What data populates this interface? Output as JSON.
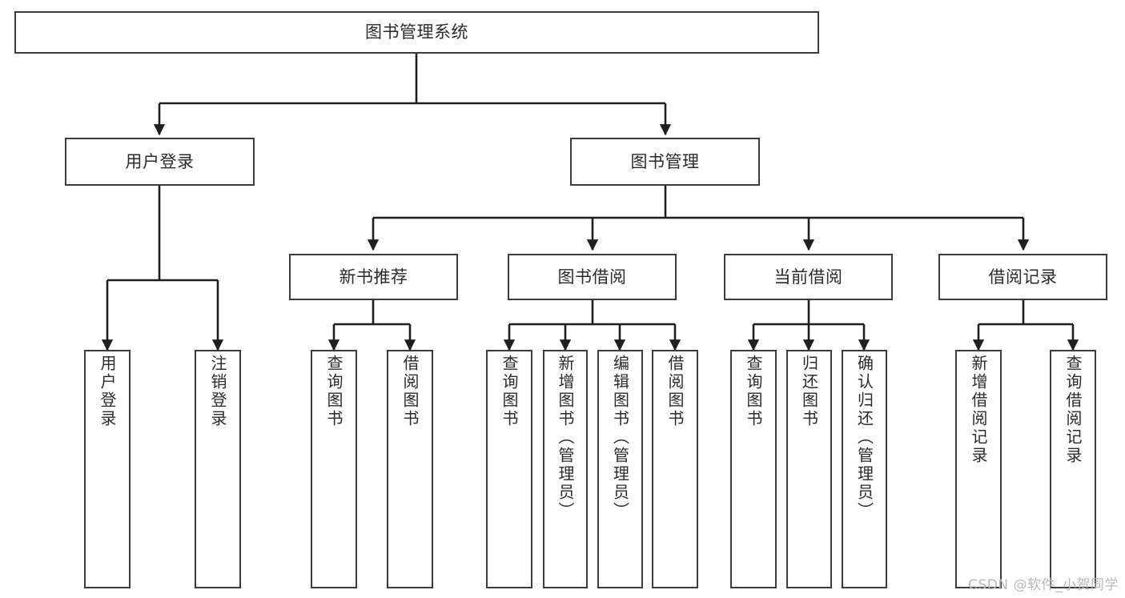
{
  "diagram": {
    "title": "图书管理系统",
    "type": "tree",
    "watermark": "CSDN @软件_小贺同学",
    "colors": {
      "box_border": "#3c3c3c",
      "box_fill": "#ffffff",
      "text": "#2b2b2b",
      "edge": "#1f1f1f",
      "watermark": "#b9b9b9",
      "background": "#ffffff"
    },
    "levels": [
      {
        "level": 0,
        "nodes": [
          {
            "id": "root",
            "label": "图书管理系统",
            "orientation": "horizontal"
          }
        ]
      },
      {
        "level": 1,
        "nodes": [
          {
            "id": "login",
            "label": "用户登录",
            "orientation": "horizontal",
            "parent": "root"
          },
          {
            "id": "bookmgmt",
            "label": "图书管理",
            "orientation": "horizontal",
            "parent": "root"
          }
        ]
      },
      {
        "level": 2,
        "nodes": [
          {
            "id": "newbook",
            "label": "新书推荐",
            "orientation": "horizontal",
            "parent": "bookmgmt"
          },
          {
            "id": "borrow",
            "label": "图书借阅",
            "orientation": "horizontal",
            "parent": "bookmgmt"
          },
          {
            "id": "current",
            "label": "当前借阅",
            "orientation": "horizontal",
            "parent": "bookmgmt"
          },
          {
            "id": "records",
            "label": "借阅记录",
            "orientation": "horizontal",
            "parent": "bookmgmt"
          }
        ]
      },
      {
        "level": 3,
        "nodes": [
          {
            "id": "leaf1",
            "label": "用户登录",
            "orientation": "vertical",
            "parent": "login"
          },
          {
            "id": "leaf2",
            "label": "注销登录",
            "orientation": "vertical",
            "parent": "login"
          },
          {
            "id": "leaf3",
            "label": "查询图书",
            "orientation": "vertical",
            "parent": "newbook"
          },
          {
            "id": "leaf4",
            "label": "借阅图书",
            "orientation": "vertical",
            "parent": "newbook"
          },
          {
            "id": "leaf5",
            "label": "查询图书",
            "orientation": "vertical",
            "parent": "borrow"
          },
          {
            "id": "leaf6",
            "label": "新增图书（管理员）",
            "orientation": "vertical",
            "parent": "borrow"
          },
          {
            "id": "leaf7",
            "label": "编辑图书（管理员）",
            "orientation": "vertical",
            "parent": "borrow"
          },
          {
            "id": "leaf8",
            "label": "借阅图书",
            "orientation": "vertical",
            "parent": "borrow"
          },
          {
            "id": "leaf9",
            "label": "查询图书",
            "orientation": "vertical",
            "parent": "current"
          },
          {
            "id": "leaf10",
            "label": "归还图书",
            "orientation": "vertical",
            "parent": "current"
          },
          {
            "id": "leaf11",
            "label": "确认归还（管理员）",
            "orientation": "vertical",
            "parent": "current"
          },
          {
            "id": "leaf12",
            "label": "新增借阅记录",
            "orientation": "vertical",
            "parent": "records"
          },
          {
            "id": "leaf13",
            "label": "查询借阅记录",
            "orientation": "vertical",
            "parent": "records"
          }
        ]
      }
    ]
  }
}
